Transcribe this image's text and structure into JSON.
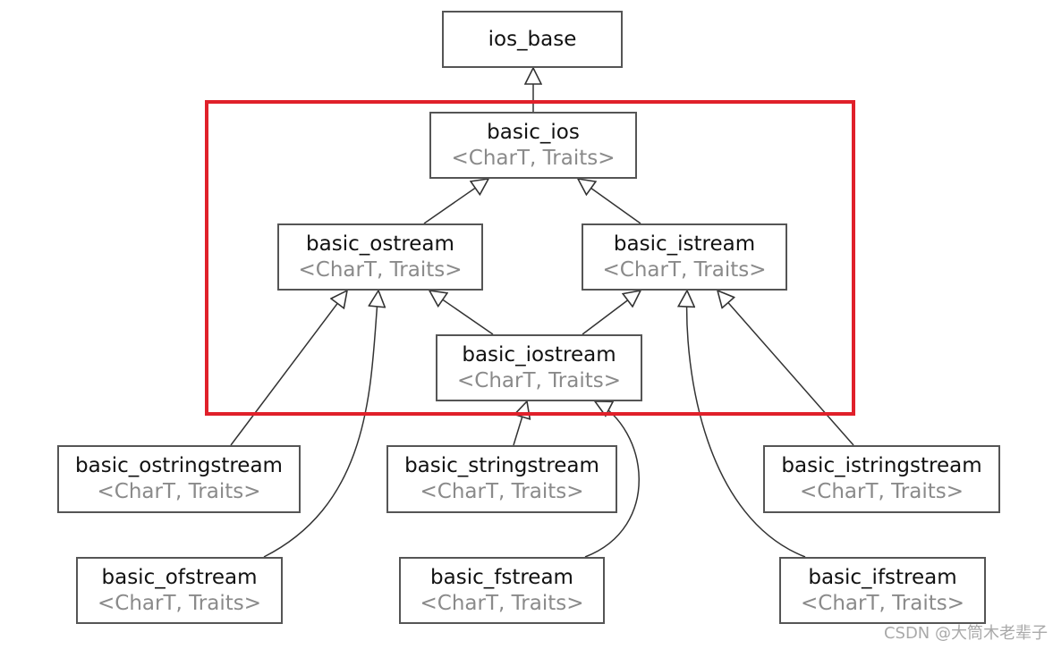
{
  "template_params": "<CharT, Traits>",
  "highlight_color": "#e0202a",
  "classes": {
    "ios_base": "ios_base",
    "basic_ios": "basic_ios",
    "basic_ostream": "basic_ostream",
    "basic_istream": "basic_istream",
    "basic_iostream": "basic_iostream",
    "basic_ostringstream": "basic_ostringstream",
    "basic_stringstream": "basic_stringstream",
    "basic_istringstream": "basic_istringstream",
    "basic_ofstream": "basic_ofstream",
    "basic_fstream": "basic_fstream",
    "basic_ifstream": "basic_ifstream"
  },
  "inheritance": [
    {
      "from": "basic_ios",
      "to": "ios_base"
    },
    {
      "from": "basic_ostream",
      "to": "basic_ios"
    },
    {
      "from": "basic_istream",
      "to": "basic_ios"
    },
    {
      "from": "basic_iostream",
      "to": "basic_ostream"
    },
    {
      "from": "basic_iostream",
      "to": "basic_istream"
    },
    {
      "from": "basic_ostringstream",
      "to": "basic_ostream"
    },
    {
      "from": "basic_ofstream",
      "to": "basic_ostream"
    },
    {
      "from": "basic_stringstream",
      "to": "basic_iostream"
    },
    {
      "from": "basic_fstream",
      "to": "basic_iostream"
    },
    {
      "from": "basic_istringstream",
      "to": "basic_istream"
    },
    {
      "from": "basic_ifstream",
      "to": "basic_istream"
    }
  ],
  "watermark": "CSDN @大筒木老辈子"
}
